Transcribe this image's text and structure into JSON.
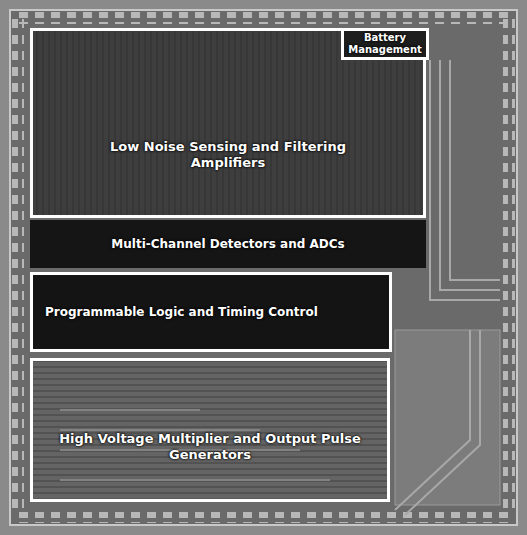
{
  "diagram": {
    "nodes": [
      {
        "text": [
          "Low Noise Sensing and Filtering Amplifiers"
        ]
      },
      {
        "text": [
          "Battery Management"
        ],
        "in": 0
      },
      {
        "text": [
          "Multi-Channel Detectors and ADCs"
        ]
      },
      {
        "text": [
          "Programmable Logic and Timing Control"
        ]
      },
      {
        "text": [
          "High Voltage Multiplier and Output Pulse Generators"
        ]
      }
    ]
  }
}
